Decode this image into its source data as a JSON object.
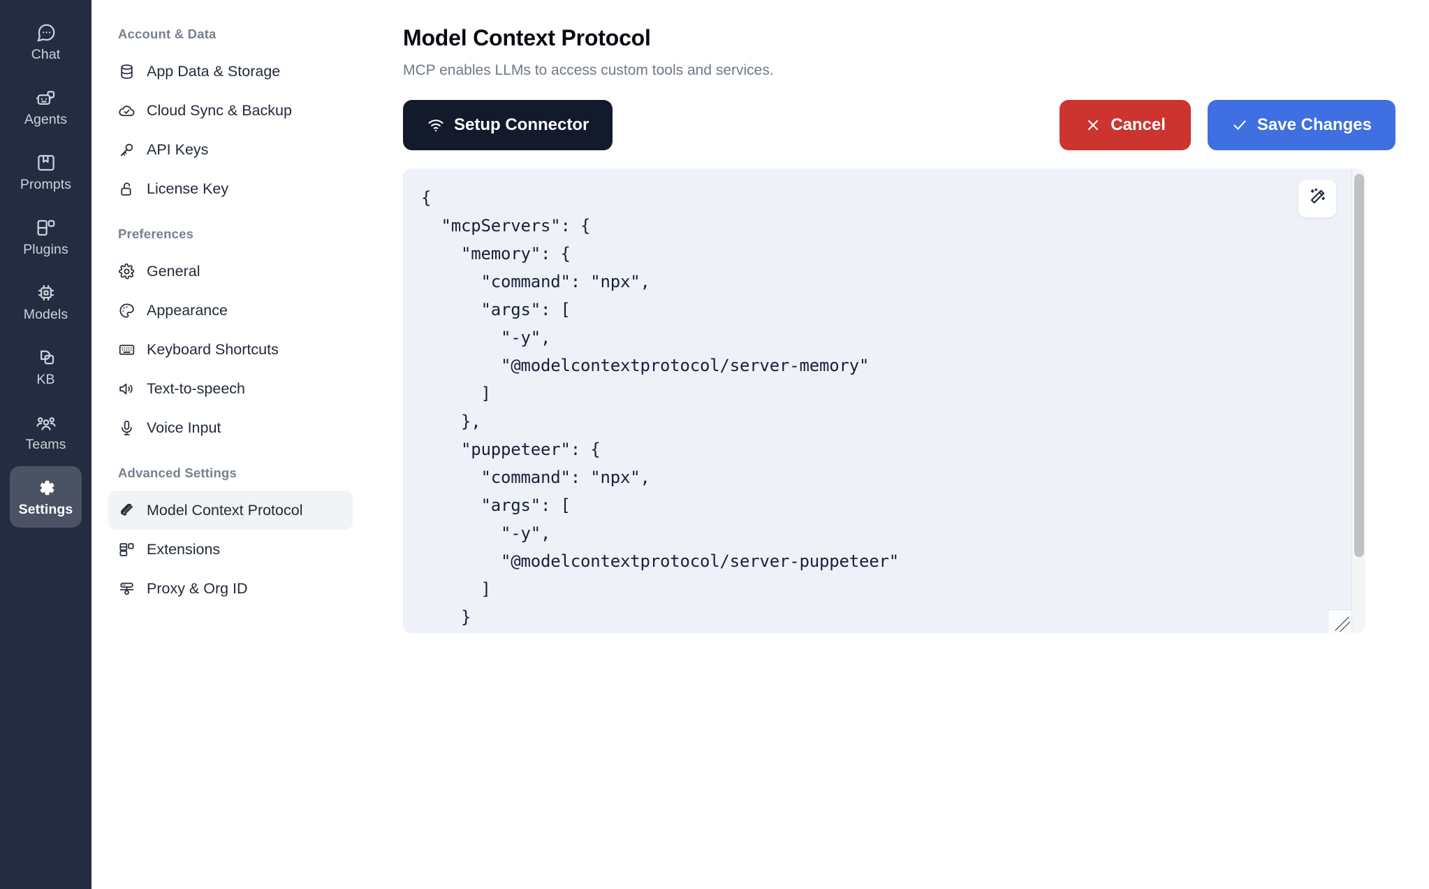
{
  "rail": {
    "items": [
      {
        "label": "Chat",
        "icon": "chat-bubble-icon",
        "active": false
      },
      {
        "label": "Agents",
        "icon": "robot-icon",
        "active": false
      },
      {
        "label": "Prompts",
        "icon": "book-icon",
        "active": false
      },
      {
        "label": "Plugins",
        "icon": "puzzle-blocks-icon",
        "active": false
      },
      {
        "label": "Models",
        "icon": "chip-icon",
        "active": false
      },
      {
        "label": "KB",
        "icon": "layers-icon",
        "active": false
      },
      {
        "label": "Teams",
        "icon": "users-icon",
        "active": false
      },
      {
        "label": "Settings",
        "icon": "gear-icon",
        "active": true
      }
    ]
  },
  "settings_nav": {
    "groups": [
      {
        "title": "Account & Data",
        "items": [
          {
            "label": "App Data & Storage",
            "icon": "database-icon",
            "selected": false
          },
          {
            "label": "Cloud Sync & Backup",
            "icon": "cloud-check-icon",
            "selected": false
          },
          {
            "label": "API Keys",
            "icon": "key-icon",
            "selected": false
          },
          {
            "label": "License Key",
            "icon": "unlock-icon",
            "selected": false
          }
        ]
      },
      {
        "title": "Preferences",
        "items": [
          {
            "label": "General",
            "icon": "gear-icon",
            "selected": false
          },
          {
            "label": "Appearance",
            "icon": "palette-icon",
            "selected": false
          },
          {
            "label": "Keyboard Shortcuts",
            "icon": "keyboard-icon",
            "selected": false
          },
          {
            "label": "Text-to-speech",
            "icon": "speaker-icon",
            "selected": false
          },
          {
            "label": "Voice Input",
            "icon": "microphone-icon",
            "selected": false
          }
        ]
      },
      {
        "title": "Advanced Settings",
        "items": [
          {
            "label": "Model Context Protocol",
            "icon": "paperclips-icon",
            "selected": true
          },
          {
            "label": "Extensions",
            "icon": "blocks-icon",
            "selected": false
          },
          {
            "label": "Proxy & Org ID",
            "icon": "server-node-icon",
            "selected": false
          }
        ]
      }
    ]
  },
  "main": {
    "title": "Model Context Protocol",
    "subtitle": "MCP enables LLMs to access custom tools and services.",
    "buttons": {
      "setup_connector": "Setup Connector",
      "cancel": "Cancel",
      "save": "Save Changes"
    },
    "editor": {
      "magic_icon": "magic-wand-icon",
      "content": "{\n  \"mcpServers\": {\n    \"memory\": {\n      \"command\": \"npx\",\n      \"args\": [\n        \"-y\",\n        \"@modelcontextprotocol/server-memory\"\n      ]\n    },\n    \"puppeteer\": {\n      \"command\": \"npx\",\n      \"args\": [\n        \"-y\",\n        \"@modelcontextprotocol/server-puppeteer\"\n      ]\n    }"
    }
  },
  "colors": {
    "rail_bg": "#232c40",
    "rail_active": "#4a5264",
    "accent_blue": "#3f6fe0",
    "danger_red": "#cc3430",
    "dark_button": "#121a2b",
    "editor_bg": "#eef2f8",
    "nav_selected": "#f1f3f6"
  }
}
